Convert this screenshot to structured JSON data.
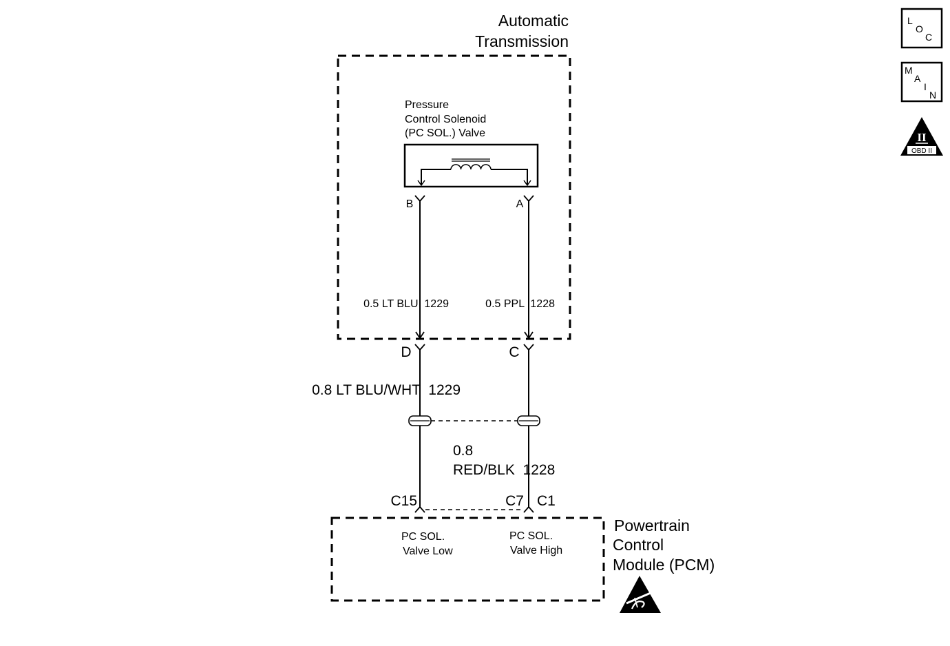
{
  "components": {
    "transmission": {
      "title_line1": "Automatic",
      "title_line2": "Transmission"
    },
    "solenoid": {
      "line1": "Pressure",
      "line2": "Control Solenoid",
      "line3": "(PC SOL.) Valve"
    },
    "pcm": {
      "line1": "Powertrain",
      "line2": "Control",
      "line3": "Module (PCM)",
      "low_label_1": "PC SOL.",
      "low_label_2": "Valve Low",
      "high_label_1": "PC SOL.",
      "high_label_2": "Valve High"
    }
  },
  "pins": {
    "b": "B",
    "a": "A",
    "d": "D",
    "c": "C",
    "c15": "C15",
    "c7": "C7",
    "c1": "C1"
  },
  "wires": {
    "inner_left": "0.5 LT BLU  1229",
    "inner_right": "0.5 PPL  1228",
    "outer_left": "0.8 LT BLU/WHT  1229",
    "outer_right_1": "0.8",
    "outer_right_2": "RED/BLK  1228"
  },
  "icons": {
    "loc": [
      "L",
      "O",
      "C"
    ],
    "main": [
      "M",
      "A",
      "I",
      "N"
    ],
    "obd_numeral": "II",
    "obd_text": "OBD II"
  }
}
